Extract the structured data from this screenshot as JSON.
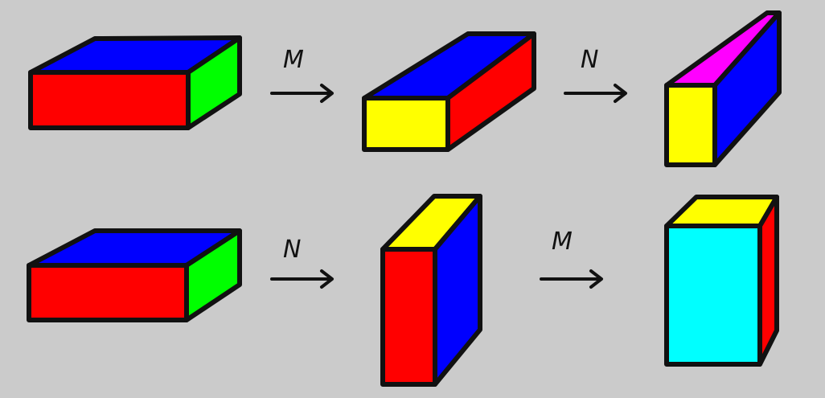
{
  "colors": {
    "background": "#cbcbcb",
    "outline": "#111111",
    "red": "#ff0000",
    "blue": "#0000ff",
    "green": "#00ff00",
    "yellow": "#ffff00",
    "magenta": "#ff00ff",
    "cyan": "#00ffff"
  },
  "rows": [
    {
      "sequence": [
        {
          "faces": {
            "front": "red",
            "top": "blue",
            "side": "green"
          }
        },
        {
          "operation": "M"
        },
        {
          "faces": {
            "front": "yellow",
            "top": "blue",
            "side": "red"
          }
        },
        {
          "operation": "N"
        },
        {
          "faces": {
            "front": "yellow",
            "top": "magenta",
            "side": "blue"
          }
        }
      ]
    },
    {
      "sequence": [
        {
          "faces": {
            "front": "red",
            "top": "blue",
            "side": "green"
          }
        },
        {
          "operation": "N"
        },
        {
          "faces": {
            "front": "red",
            "top": "yellow",
            "side": "blue"
          }
        },
        {
          "operation": "M"
        },
        {
          "faces": {
            "front": "cyan",
            "top": "yellow",
            "side": "red"
          }
        }
      ]
    }
  ],
  "operations": {
    "row1_first": "M",
    "row1_second": "N",
    "row2_first": "N",
    "row2_second": "M"
  }
}
